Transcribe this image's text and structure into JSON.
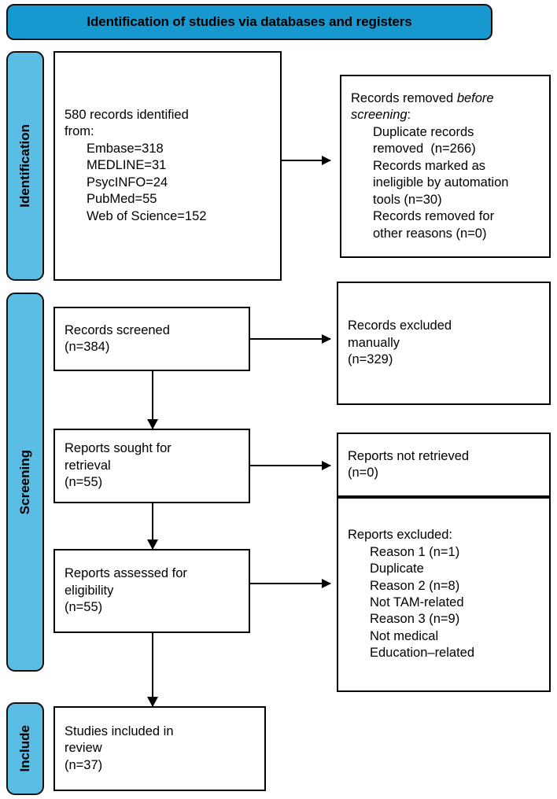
{
  "banner": {
    "title": "Identification of studies via databases and registers"
  },
  "stages": [
    {
      "id": "identification",
      "label": "Identification"
    },
    {
      "id": "screening",
      "label": "Screening"
    },
    {
      "id": "include",
      "label": "Include"
    }
  ],
  "boxes": {
    "records_identified": {
      "lines": [
        {
          "text": "580 records identified",
          "indent": false
        },
        {
          "text": "from:",
          "indent": false
        },
        {
          "text": "Embase=318",
          "indent": true
        },
        {
          "text": "MEDLINE=31",
          "indent": true
        },
        {
          "text": "PsycINFO=24",
          "indent": true
        },
        {
          "text": "PubMed=55",
          "indent": true
        },
        {
          "text": "Web of Science=152",
          "indent": true
        }
      ]
    },
    "records_removed": {
      "heading_plain": "Records removed ",
      "heading_italic_1": "before",
      "heading_italic_2": "screening",
      "heading_colon": ":",
      "lines": [
        {
          "text": "Duplicate records",
          "indent": true
        },
        {
          "text": "removed  (n=266)",
          "indent": true
        },
        {
          "text": "Records marked as",
          "indent": true
        },
        {
          "text": "ineligible by automation",
          "indent": true
        },
        {
          "text": "tools (n=30)",
          "indent": true
        },
        {
          "text": "Records removed for",
          "indent": true
        },
        {
          "text": "other reasons (n=0)",
          "indent": true
        }
      ]
    },
    "records_screened": {
      "lines": [
        {
          "text": "Records screened",
          "indent": false
        },
        {
          "text": "(n=384)",
          "indent": false
        }
      ]
    },
    "records_excluded": {
      "lines": [
        {
          "text": "Records excluded",
          "indent": false
        },
        {
          "text": "manually",
          "indent": false
        },
        {
          "text": "(n=329)",
          "indent": false
        }
      ]
    },
    "reports_sought": {
      "lines": [
        {
          "text": "Reports sought for",
          "indent": false
        },
        {
          "text": "retrieval",
          "indent": false
        },
        {
          "text": "(n=55)",
          "indent": false
        }
      ]
    },
    "reports_not_retrieved": {
      "lines": [
        {
          "text": "Reports not retrieved",
          "indent": false
        },
        {
          "text": "(n=0)",
          "indent": false
        }
      ]
    },
    "reports_assessed": {
      "lines": [
        {
          "text": "Reports assessed for",
          "indent": false
        },
        {
          "text": "eligibility",
          "indent": false
        },
        {
          "text": "(n=55)",
          "indent": false
        }
      ]
    },
    "reports_excluded": {
      "lines": [
        {
          "text": "Reports excluded:",
          "indent": false
        },
        {
          "text": "Reason 1 (n=1)",
          "indent": true
        },
        {
          "text": "Duplicate",
          "indent": true
        },
        {
          "text": "Reason 2 (n=8)",
          "indent": true
        },
        {
          "text": "Not TAM-related",
          "indent": true
        },
        {
          "text": "Reason 3 (n=9)",
          "indent": true
        },
        {
          "text": "Not medical",
          "indent": true
        },
        {
          "text": "Education–related",
          "indent": true
        }
      ]
    },
    "studies_included": {
      "lines": [
        {
          "text": "Studies included in",
          "indent": false
        },
        {
          "text": "review",
          "indent": false
        },
        {
          "text": "(n=37)",
          "indent": false
        }
      ]
    }
  },
  "colors": {
    "banner_blue": "#1799d0",
    "stage_blue": "#5bbce4",
    "border_black": "#000000",
    "background_white": "#ffffff"
  }
}
